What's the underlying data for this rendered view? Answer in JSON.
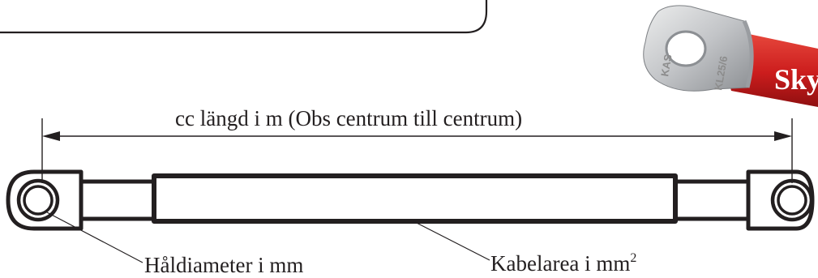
{
  "labels": {
    "length": "cc längd i m  (Obs centrum till centrum)",
    "hole_diameter": "Håldiameter i mm",
    "cable_area": "Kabelarea i mm",
    "cable_area_superscript": "2"
  },
  "photo": {
    "brand_text": "Sky",
    "stamp_left": "KAS",
    "stamp_right": "KL25/6"
  },
  "colors": {
    "line": "#231f20",
    "lug_metal": "#c9cacc",
    "sleeve_red": "#d32020"
  }
}
